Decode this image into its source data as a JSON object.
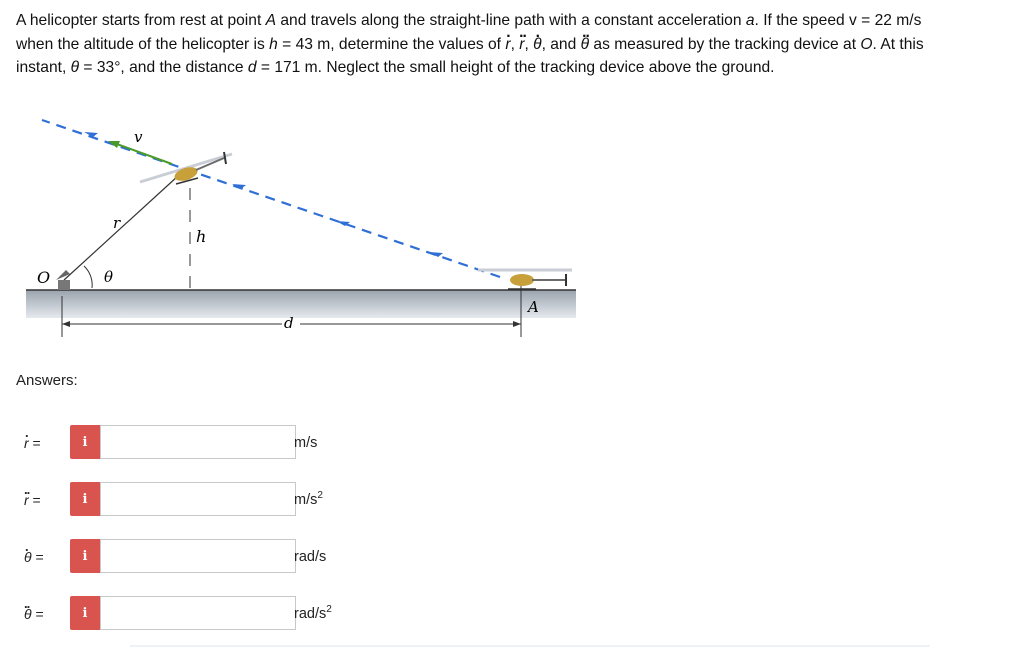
{
  "problem": {
    "line1_a": "A helicopter starts from rest at point ",
    "point_a": "A",
    "line1_b": " and travels along the straight-line path with a constant acceleration ",
    "accel_symbol": "a",
    "line1_c": ". If the speed v = 22 m/s",
    "line2_a": "when the altitude of the helicopter is ",
    "h_symbol": "h",
    "line2_b": " = 43 m, determine the values of ",
    "r_symbol": "r",
    "theta_symbol": "θ",
    "sep1": ", ",
    "sep2": ", ",
    "sep3": ", and ",
    "line2_c": " as measured by the tracking device at ",
    "point_o": "O",
    "line2_d": ". At this",
    "line3_a": "instant, ",
    "line3_b": " = 33°, and the distance ",
    "d_symbol": "d",
    "line3_c": " = 171 m. Neglect the small height of the tracking device above the ground."
  },
  "figure": {
    "label_v": "v",
    "label_r": "r",
    "label_h": "h",
    "label_o": "O",
    "label_theta": "θ",
    "label_d": "d",
    "label_a": "A"
  },
  "answers": {
    "title": "Answers:",
    "info_label": "i",
    "rows": [
      {
        "symbol": "r",
        "eq": " =",
        "value": "",
        "unit": "m/s",
        "unit_sup": ""
      },
      {
        "symbol": "r",
        "eq": " =",
        "value": "",
        "unit": "m/s",
        "unit_sup": "2"
      },
      {
        "symbol": "θ",
        "eq": " =",
        "value": "",
        "unit": "rad/s",
        "unit_sup": ""
      },
      {
        "symbol": "θ",
        "eq": " =",
        "value": "",
        "unit": "rad/s",
        "unit_sup": "2"
      }
    ]
  },
  "colors": {
    "info_button": "#d9534f",
    "path_dash": "#2f6fd6",
    "velocity_arrow": "#4a9a2a",
    "ground": "#9aa3ad"
  }
}
